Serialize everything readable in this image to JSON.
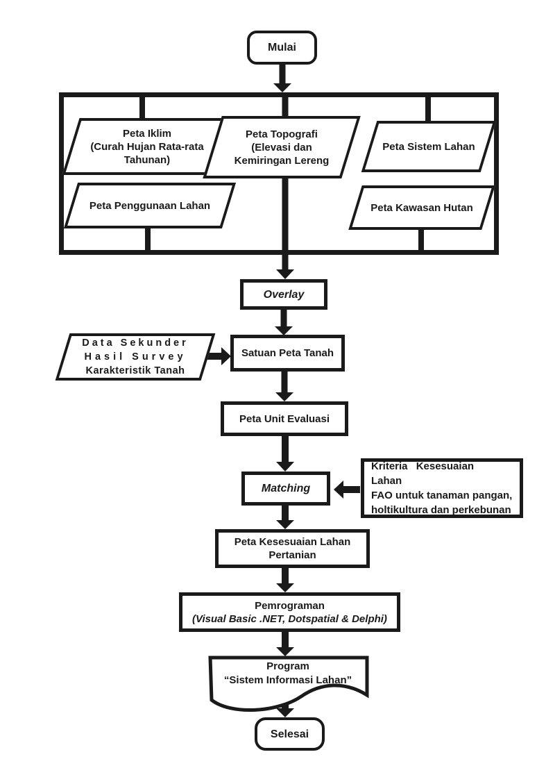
{
  "diagram": {
    "start": {
      "label": "Mulai"
    },
    "inputs": {
      "iklim": {
        "lines": [
          "Peta Iklim",
          "(Curah Hujan Rata-rata",
          "Tahunan)"
        ]
      },
      "topografi": {
        "lines": [
          "Peta Topografi",
          "(Elevasi dan",
          "Kemiringan Lereng"
        ]
      },
      "sistem_lahan": {
        "label": "Peta Sistem Lahan"
      },
      "penggunaan_lahan": {
        "label": "Peta Penggunaan Lahan"
      },
      "kawasan_hutan": {
        "label": "Peta Kawasan Hutan"
      }
    },
    "overlay": {
      "label": "Overlay"
    },
    "data_sekunder": {
      "lines": [
        "Data Sekunder",
        "Hasil Survey",
        "Karakteristik Tanah"
      ]
    },
    "satuan_peta_tanah": {
      "label": "Satuan Peta Tanah"
    },
    "peta_unit_evaluasi": {
      "label": "Peta Unit Evaluasi"
    },
    "matching": {
      "label": "Matching"
    },
    "kriteria": {
      "lines": [
        "Kriteria Kesesuaian Lahan",
        "FAO untuk tanaman pangan,",
        "holtikultura dan perkebunan"
      ]
    },
    "kesesuaian": {
      "lines": [
        "Peta Kesesuaian Lahan",
        "Pertanian"
      ]
    },
    "pemrograman": {
      "lines": [
        "Pemrograman",
        "(Visual Basic .NET, Dotspatial & Delphi)"
      ]
    },
    "program": {
      "lines": [
        "Program",
        "“Sistem Informasi Lahan”"
      ]
    },
    "end": {
      "label": "Selesai"
    }
  },
  "colors": {
    "ink": "#1a1a1a",
    "background": "#ffffff"
  }
}
